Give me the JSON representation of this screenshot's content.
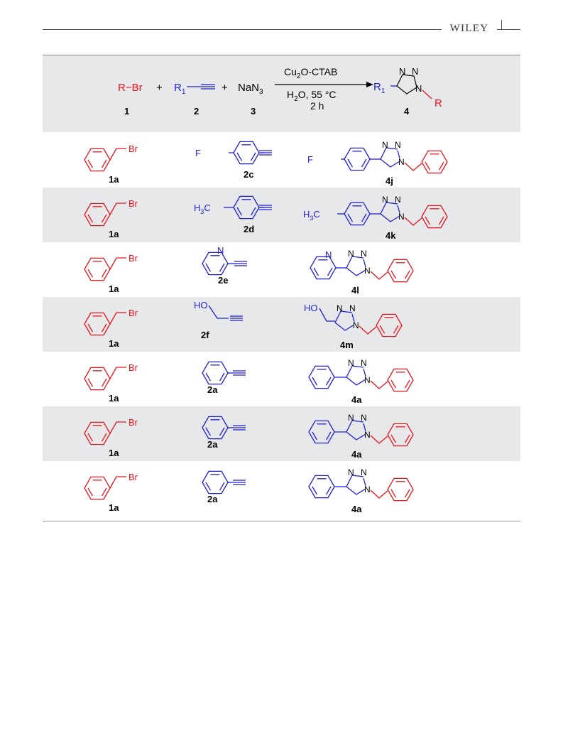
{
  "header": {
    "publisher": "WILEY"
  },
  "reaction": {
    "reagent1": "R−Br",
    "plus": "+",
    "reagent2_prefix": "R",
    "reagent2_sub": "1",
    "reagent3_main": "NaN",
    "reagent3_sub": "3",
    "catalyst_main": "Cu",
    "catalyst_sub": "2",
    "catalyst_rest": "O-CTAB",
    "solvent_main": "H",
    "solvent_sub": "2",
    "solvent_rest": "O, 55 °C",
    "time": "2 h",
    "product_r1": "R",
    "product_r1_sub": "1",
    "product_r": "R",
    "n_label": "N",
    "labels": [
      "1",
      "2",
      "3",
      "4"
    ]
  },
  "atoms": {
    "br": "Br",
    "f": "F",
    "h3c_main": "H",
    "h3c_sub": "3",
    "h3c_c": "C",
    "n": "N",
    "ho": "HO"
  },
  "rows": [
    {
      "halide": "1a",
      "alkyne": "2c",
      "product": "4j",
      "shaded": false
    },
    {
      "halide": "1a",
      "alkyne": "2d",
      "product": "4k",
      "shaded": true
    },
    {
      "halide": "1a",
      "alkyne": "2e",
      "product": "4l",
      "shaded": false
    },
    {
      "halide": "1a",
      "alkyne": "2f",
      "product": "4m",
      "shaded": true
    },
    {
      "halide": "1a",
      "alkyne": "2a",
      "product": "4a",
      "shaded": false
    },
    {
      "halide": "1a",
      "alkyne": "2a",
      "product": "4a",
      "shaded": true
    },
    {
      "halide": "1a",
      "alkyne": "2a",
      "product": "4a",
      "shaded": false
    }
  ],
  "colors": {
    "halide": "#e8141e",
    "alkyne": "#1f1fd2",
    "band": "#e7e8ea"
  }
}
